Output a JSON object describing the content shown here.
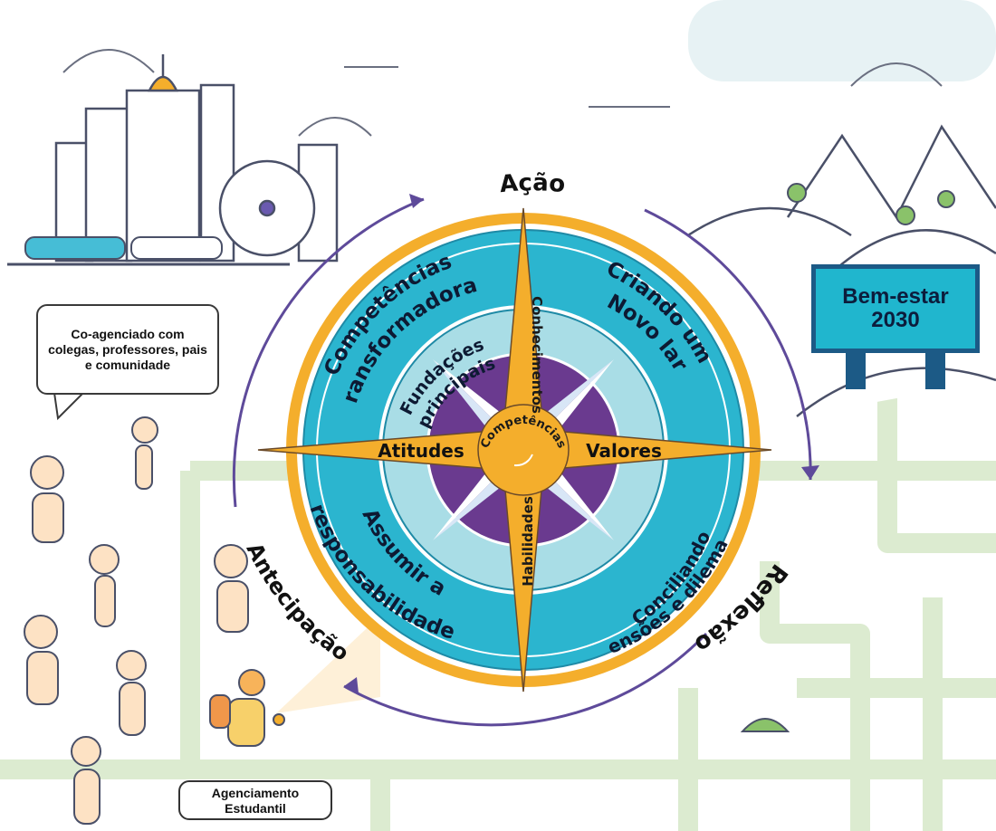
{
  "compass": {
    "north": "Ação",
    "east": "Reflexão",
    "west": "Antecipação",
    "center": "Competências",
    "arm_north": "Conhecimentos",
    "arm_south": "Habilidades",
    "arm_west": "Atitudes",
    "arm_east": "Valores"
  },
  "quadrants": {
    "top_left": [
      "Competências",
      "Transformadoras"
    ],
    "top_right": [
      "Criando um",
      "Novo lar"
    ],
    "bottom_right": [
      "Conciliando",
      "Tensões e dilemas"
    ],
    "bottom_left": [
      "Assumir a",
      "responsabilidade"
    ],
    "inner": [
      "Fundações",
      "principais"
    ]
  },
  "speech_bubble": "Co-agenciado com colegas, professores, pais e comunidade",
  "sign": [
    "Bem-estar",
    "2030"
  ],
  "student_tag": [
    "Agenciamento",
    "Estudantil"
  ],
  "colors": {
    "teal_ring": "#2bb5cf",
    "inner_teal": "#a9dde6",
    "purple_core": "#6a3a8f",
    "gold": "#f4ae2c",
    "arrow_purple": "#5e4a9a",
    "path_green": "#dcebd0",
    "sky": "#e7f2f4"
  }
}
